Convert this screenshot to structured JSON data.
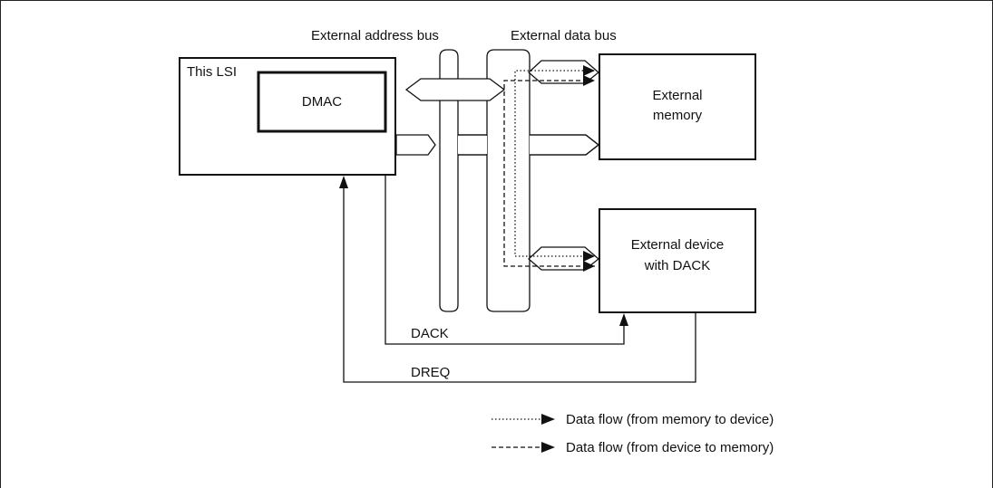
{
  "labels": {
    "address_bus": "External address bus",
    "data_bus": "External data bus",
    "lsi": "This LSI",
    "dmac": "DMAC",
    "memory_line1": "External",
    "memory_line2": "memory",
    "device_line1": "External device",
    "device_line2": "with DACK",
    "dack": "DACK",
    "dreq": "DREQ"
  },
  "legend": {
    "dotted": "Data flow (from memory to device)",
    "dashed": "Data flow (from device to memory)"
  }
}
